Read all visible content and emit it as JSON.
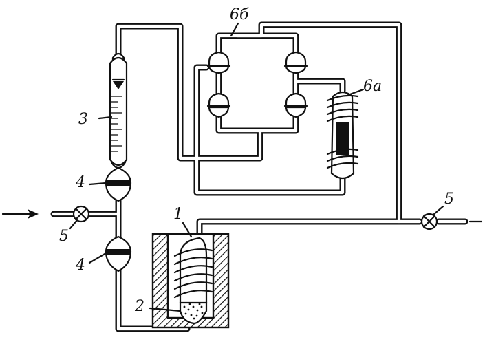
{
  "labels": {
    "reactor": "1",
    "catalyst": "2",
    "burette": "3",
    "seal": "4",
    "valve": "5",
    "trap_a": "6а",
    "trap_b": "6б"
  }
}
